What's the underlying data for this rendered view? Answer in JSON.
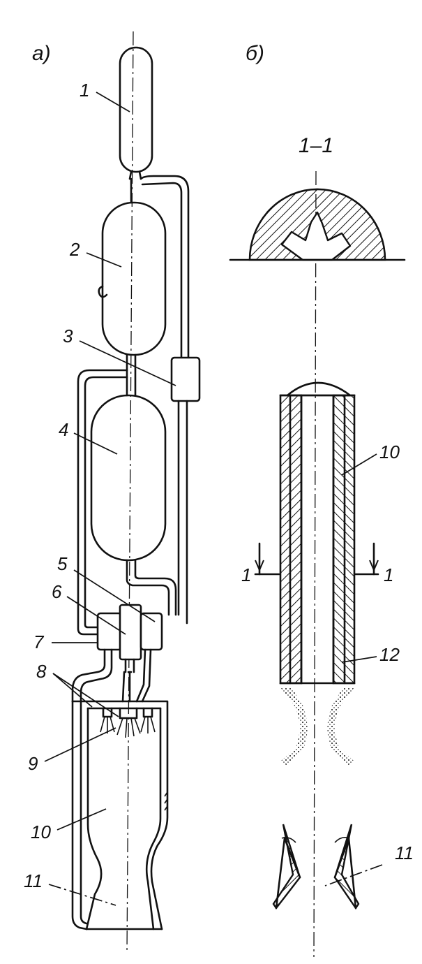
{
  "panels": {
    "a": "а)",
    "b": "б)"
  },
  "section_label": "1–1",
  "callouts": [
    "1",
    "2",
    "3",
    "4",
    "5",
    "6",
    "7",
    "8",
    "9",
    "10",
    "11",
    "10",
    "12",
    "11",
    "1",
    "1"
  ]
}
